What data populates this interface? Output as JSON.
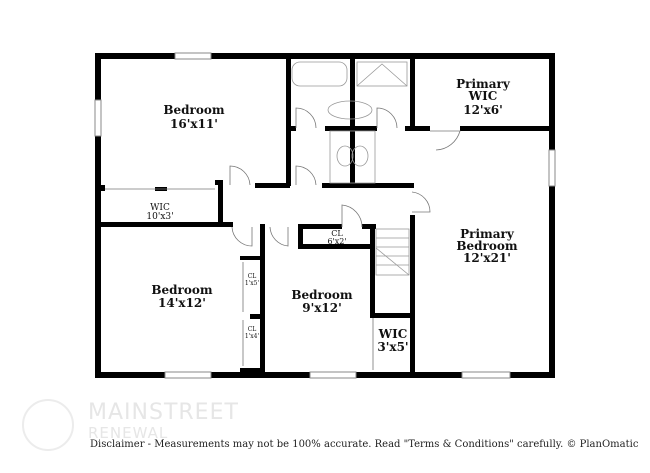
{
  "rooms": [
    {
      "name": "Bedroom",
      "size": "16'x11'"
    },
    {
      "name": "WIC",
      "size": "10'x3'"
    },
    {
      "name": "Bedroom",
      "size": "14'x12'"
    },
    {
      "name": "CL",
      "size": "1'x5'"
    },
    {
      "name": "CL",
      "size": "1'x4'"
    },
    {
      "name": "CL",
      "size": "6'x2'"
    },
    {
      "name": "Bedroom",
      "size": "9'x12'"
    },
    {
      "name": "WIC",
      "size": "3'x5'"
    },
    {
      "name": "Primary WIC",
      "size": "12'x6'"
    },
    {
      "name": "Primary Bedroom",
      "size": "12'x21'"
    }
  ],
  "watermark": {
    "line1": "MAINSTREET",
    "line2": "RENEWAL"
  },
  "disclaimer": "Disclaimer - Measurements may not be 100% accurate. Read \"Terms & Conditions\" carefully. © PlanOmatic",
  "colors": {
    "wall": "#000000",
    "fixture": "#999999",
    "watermark": "#e6e6e6"
  }
}
